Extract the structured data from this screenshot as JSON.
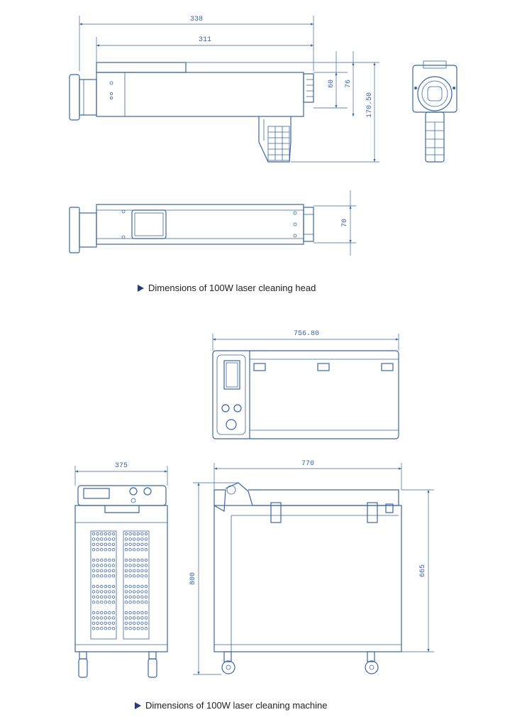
{
  "captions": {
    "head": "Dimensions of 100W laser cleaning head",
    "machine": "Dimensions of 100W laser cleaning machine"
  },
  "head_dims": {
    "total_length": "338",
    "body_length": "311",
    "d60": "60",
    "d76": "76",
    "height": "170.50",
    "width": "70"
  },
  "machine_dims": {
    "top_length": "756.80",
    "width": "375",
    "length": "770",
    "height": "800",
    "body_height": "665"
  },
  "colors": {
    "line": "#3a64a8",
    "caption_arrow": "#1f3f7a"
  }
}
